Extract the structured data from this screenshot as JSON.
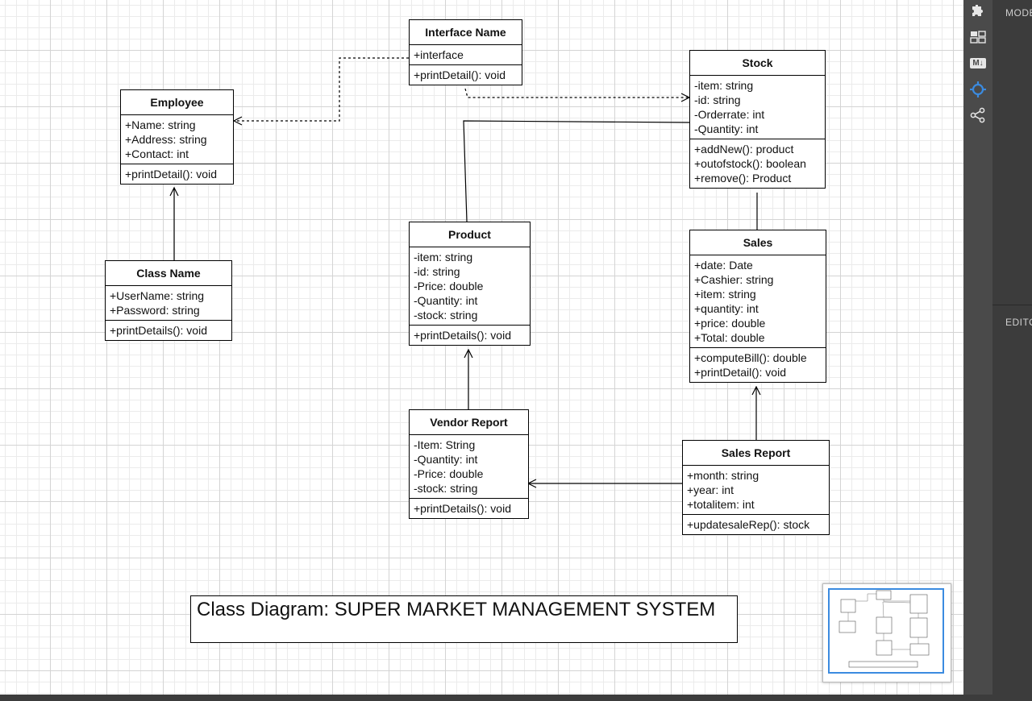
{
  "classes": {
    "interface_name": {
      "title": "Interface Name",
      "attrs": [
        "+interface"
      ],
      "methods": [
        "+printDetail(): void"
      ]
    },
    "stock": {
      "title": "Stock",
      "attrs": [
        "-item: string",
        "-id: string",
        "-Orderrate: int",
        "-Quantity: int"
      ],
      "methods": [
        "+addNew(): product",
        "+outofstock(): boolean",
        "+remove(): Product"
      ]
    },
    "employee": {
      "title": "Employee",
      "attrs": [
        "+Name: string",
        "+Address: string",
        "+Contact: int"
      ],
      "methods": [
        "+printDetail(): void"
      ]
    },
    "class_name": {
      "title": "Class Name",
      "attrs": [
        "+UserName: string",
        "+Password: string"
      ],
      "methods": [
        "+printDetails(): void"
      ]
    },
    "product": {
      "title": "Product",
      "attrs": [
        "-item: string",
        "-id: string",
        "-Price: double",
        "-Quantity: int",
        "-stock: string"
      ],
      "methods": [
        "+printDetails(): void"
      ]
    },
    "sales": {
      "title": "Sales",
      "attrs": [
        "+date: Date",
        "+Cashier: string",
        "+item: string",
        "+quantity: int",
        "+price: double",
        "+Total: double"
      ],
      "methods": [
        "+computeBill(): double",
        "+printDetail(): void"
      ]
    },
    "vendor_report": {
      "title": "Vendor Report",
      "attrs": [
        "-Item: String",
        "-Quantity: int",
        "-Price: double",
        "-stock: string"
      ],
      "methods": [
        "+printDetails(): void"
      ]
    },
    "sales_report": {
      "title": "Sales Report",
      "attrs": [
        "+month: string",
        "+year: int",
        "+totalitem: int"
      ],
      "methods": [
        "+updatesaleRep(): stock"
      ]
    }
  },
  "diagram_title": "Class Diagram: SUPER MARKET MANAGEMENT SYSTEM",
  "relationships": [
    {
      "from": "interface_name",
      "to": "employee",
      "style": "dashed",
      "arrow": "open"
    },
    {
      "from": "interface_name",
      "to": "stock",
      "style": "dashed",
      "arrow": "open"
    },
    {
      "from": "class_name",
      "to": "employee",
      "style": "solid",
      "arrow": "open"
    },
    {
      "from": "vendor_report",
      "to": "product",
      "style": "solid",
      "arrow": "open"
    },
    {
      "from": "sales_report",
      "to": "sales",
      "style": "solid",
      "arrow": "open"
    },
    {
      "from": "sales_report",
      "to": "vendor_report",
      "style": "solid",
      "arrow": "open"
    },
    {
      "from": "product",
      "to": "stock",
      "style": "solid",
      "arrow": "none"
    },
    {
      "from": "stock",
      "to": "sales",
      "style": "solid",
      "arrow": "none"
    }
  ],
  "sidebar": {
    "icons": [
      "puzzle-icon",
      "layout-icon",
      "markdown-icon",
      "target-icon",
      "share-icon"
    ],
    "markdown_label": "M↓",
    "panel_headers": [
      "MODE",
      "EDITO"
    ]
  },
  "colors": {
    "toolbar_bg": "#4a4a4a",
    "panel_bg": "#3c3c3c",
    "accent": "#3b8be0"
  }
}
